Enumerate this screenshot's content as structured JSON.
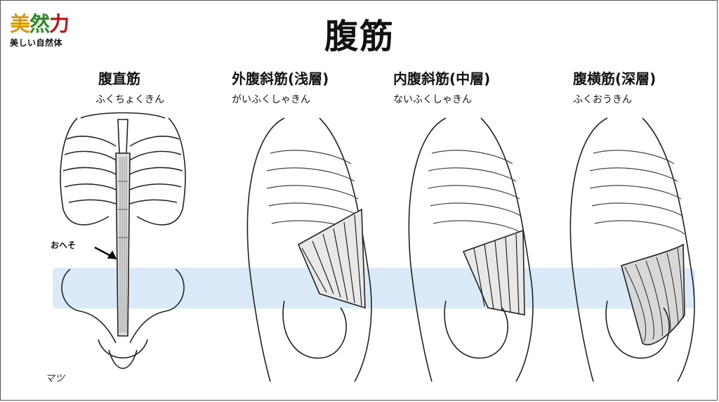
{
  "logo": {
    "kanji": [
      "美",
      "然",
      "力"
    ],
    "kanji_colors": [
      "#d99a12",
      "#2f8a2a",
      "#c0121a"
    ],
    "subtitle": "美しい自然体"
  },
  "title": "腹筋",
  "columns": [
    {
      "name": "腹直筋",
      "reading": "ふくちょくきん"
    },
    {
      "name": "外腹斜筋(浅層)",
      "reading": "がいふくしゃきん"
    },
    {
      "name": "内腹斜筋(中層)",
      "reading": "ないふくしゃきん"
    },
    {
      "name": "腹横筋(深層)",
      "reading": "ふくおうきん"
    }
  ],
  "annotation": {
    "navel": "おへそ"
  },
  "signature": "マツ",
  "colors": {
    "band": "#a0c8f0",
    "ink": "#111111"
  }
}
